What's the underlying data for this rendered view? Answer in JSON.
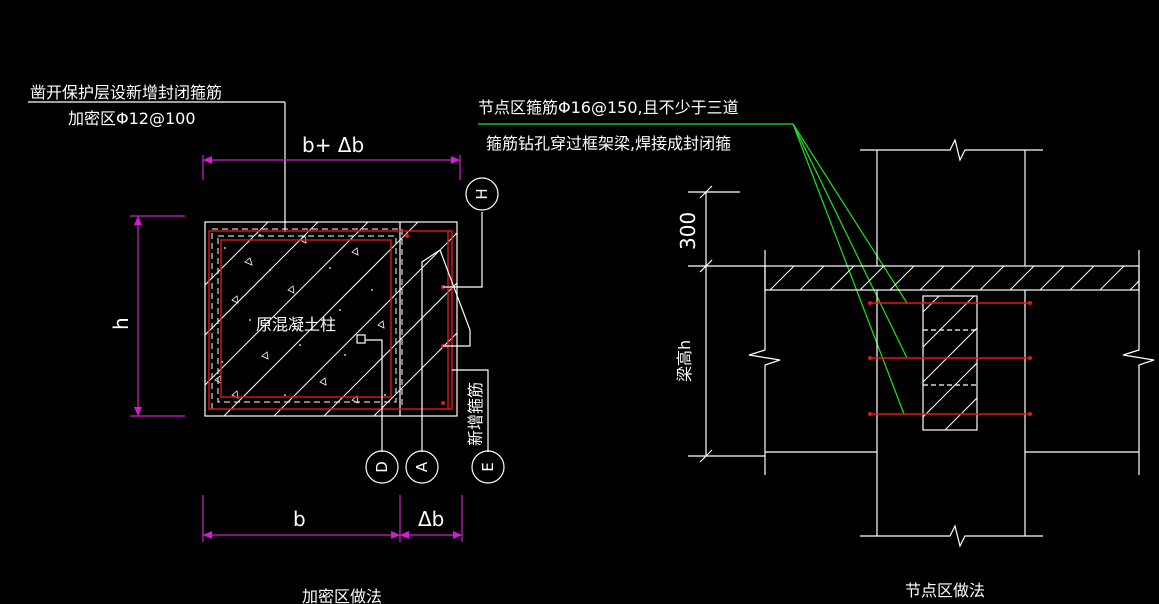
{
  "left_detail": {
    "note_line1": "凿开保护层设新增封闭箍筋",
    "note_line2": "加密区Φ12@100",
    "dim_top": "b+ Δb",
    "dim_left": "h",
    "dim_bottom_b": "b",
    "dim_bottom_db": "Δb",
    "core_label": "原混凝土柱",
    "new_stirrup_label": "新增箍筋",
    "caption": "加密区做法",
    "bubbles": {
      "H": "H",
      "D": "D",
      "A": "A",
      "E": "E"
    }
  },
  "right_detail": {
    "note_line1": "节点区箍筋Φ16@150,且不少于三道",
    "note_line2": "箍筋钻孔穿过框架梁,焊接成封闭箍",
    "dim_300": "300",
    "dim_beam": "梁高h",
    "caption": "节点区做法"
  },
  "colors": {
    "background": "#000000",
    "line": "#ffffff",
    "dimension": "#d61ad6",
    "leader": "#19e619",
    "rebar": "#e01818"
  }
}
